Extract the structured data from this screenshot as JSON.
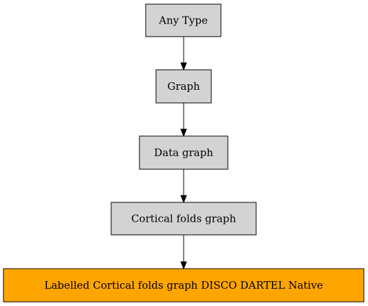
{
  "colors": {
    "default_node_fill": "#d3d3d3",
    "highlight_node_fill": "#ffa500",
    "stroke": "#000000"
  },
  "nodes": [
    {
      "id": "any-type",
      "label": "Any Type",
      "highlight": false
    },
    {
      "id": "graph",
      "label": "Graph",
      "highlight": false
    },
    {
      "id": "data-graph",
      "label": "Data graph",
      "highlight": false
    },
    {
      "id": "cortical-folds-graph",
      "label": "Cortical folds graph",
      "highlight": false
    },
    {
      "id": "labelled-cortical-folds-graph-disco-dartel-native",
      "label": "Labelled Cortical folds graph DISCO DARTEL Native",
      "highlight": true
    }
  ],
  "edges": [
    {
      "from": "any-type",
      "to": "graph"
    },
    {
      "from": "graph",
      "to": "data-graph"
    },
    {
      "from": "data-graph",
      "to": "cortical-folds-graph"
    },
    {
      "from": "cortical-folds-graph",
      "to": "labelled-cortical-folds-graph-disco-dartel-native"
    }
  ]
}
